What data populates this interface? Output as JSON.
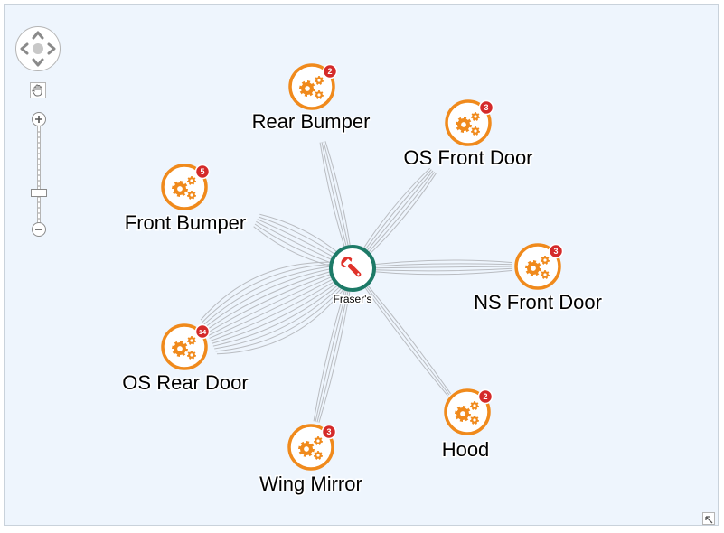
{
  "hub": {
    "label": "Fraser's",
    "ring_color": "#1d7a67",
    "icon": "wrench-icon",
    "icon_color": "#e0322a"
  },
  "parts": [
    {
      "label": "Rear Bumper",
      "count": "2",
      "links": 4
    },
    {
      "label": "OS Front Door",
      "count": "3",
      "links": 5
    },
    {
      "label": "Front Bumper",
      "count": "5",
      "links": 6
    },
    {
      "label": "NS Front Door",
      "count": "3",
      "links": 5
    },
    {
      "label": "OS Rear Door",
      "count": "14",
      "links": 14
    },
    {
      "label": "Hood",
      "count": "2",
      "links": 3
    },
    {
      "label": "Wing Mirror",
      "count": "3",
      "links": 4
    }
  ],
  "part_style": {
    "ring_color": "#f08a1c",
    "icon": "gears-icon",
    "badge_color": "#d42a2a"
  },
  "controls": {
    "pan_icon": "pan-arrows-icon",
    "hand_icon": "hand-icon",
    "zoom_in": "+",
    "zoom_out": "−",
    "corner_icon": "collapse-arrow-icon"
  }
}
